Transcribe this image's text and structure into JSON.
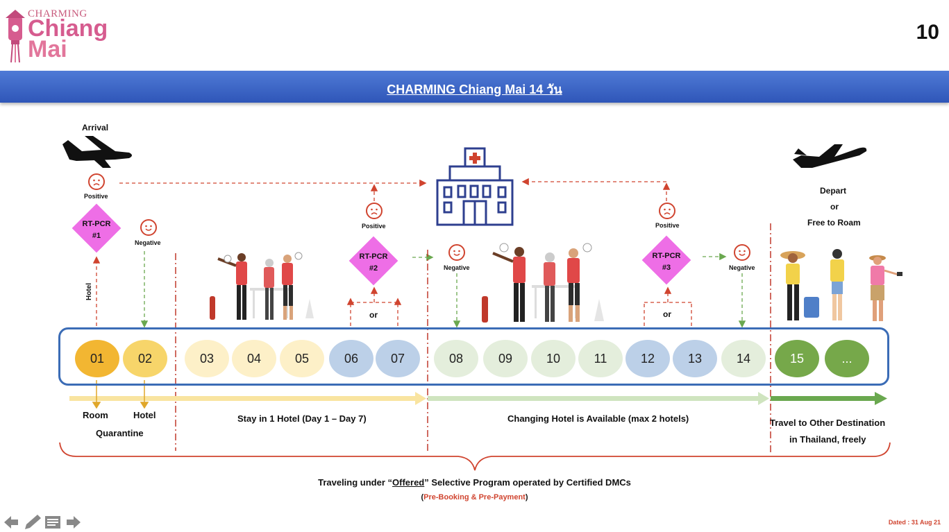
{
  "header": {
    "logo_small": "CHARMING",
    "logo_line1": "Chiang",
    "logo_line2": "Mai",
    "page_number": "10",
    "banner_title": "CHARMING Chiang Mai 14 วัน"
  },
  "top": {
    "arrival": "Arrival",
    "depart": "Depart",
    "or": "or",
    "free_to_roam": "Free to Roam",
    "hotel_vertical": "Hotel"
  },
  "tests": [
    {
      "line1": "RT-PCR",
      "line2": "#1",
      "positive": "Positive",
      "negative": "Negative"
    },
    {
      "line1": "RT-PCR",
      "line2": "#2",
      "positive": "Positive",
      "negative": "Negative",
      "or": "or"
    },
    {
      "line1": "RT-PCR",
      "line2": "#3",
      "positive": "Positive",
      "negative": "Negative",
      "or": "or"
    }
  ],
  "days": [
    "01",
    "02",
    "03",
    "04",
    "05",
    "06",
    "07",
    "08",
    "09",
    "10",
    "11",
    "12",
    "13",
    "14",
    "15",
    "..."
  ],
  "day_colors": [
    "#f2b632",
    "#f7d56a",
    "#fdf0c8",
    "#fdf0c8",
    "#fdf0c8",
    "#bcd0e8",
    "#bcd0e8",
    "#e4eedc",
    "#e4eedc",
    "#e4eedc",
    "#e4eedc",
    "#bcd0e8",
    "#bcd0e8",
    "#e4eedc",
    "#76a84a",
    "#76a84a"
  ],
  "bottom": {
    "room": "Room",
    "hotel": "Hotel",
    "quarantine": "Quarantine",
    "stay": "Stay in 1 Hotel (Day 1 – Day 7)",
    "changing": "Changing Hotel is Available (max 2 hotels)",
    "travel1": "Travel to Other Destination",
    "travel2": "in Thailand, freely",
    "program_pre": "Traveling under “",
    "program_offered": "Offered",
    "program_post": "” Selective Program operated by Certified DMCs",
    "prebooking_open": "(",
    "prebooking": "Pre-Booking & Pre-Payment",
    "prebooking_close": ")",
    "dated": "Dated : 31 Aug 21"
  },
  "icons": {
    "plane": "airplane-icon",
    "hospital": "hospital-icon",
    "sad": "sad-face-icon",
    "happy": "happy-face-icon",
    "nav": [
      "arrow-left-icon",
      "pencil-icon",
      "notes-icon",
      "arrow-right-icon"
    ]
  },
  "colors": {
    "banner": "#3a63c4",
    "diamond": "#ee6ee6",
    "dash_red": "#d0442f",
    "dash_green": "#6aa84f",
    "timeline_border": "#3b6cb6",
    "arrow_yellow": "#f9e4a0",
    "arrow_green_light": "#cfe4bf",
    "arrow_green": "#6aa84f"
  }
}
